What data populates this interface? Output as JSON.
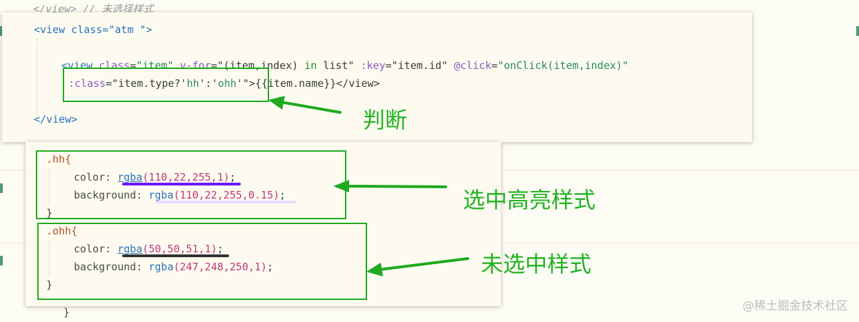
{
  "code": {
    "comment_line": "</view> // 未选择样式",
    "view_open": "<view class=\"atm \">",
    "loop_line": {
      "tag_open": "<view",
      "class_attr": "class",
      "class_val": "\"item\"",
      "vfor_attr": "v-for",
      "vfor_val_a": "\"(item,index)",
      "vfor_in": "in",
      "vfor_val_b": "list\"",
      "key_attr": ":key",
      "key_val": "\"item.id\"",
      "click_attr": "@click",
      "click_val": "\"onClick(item,index)\""
    },
    "class_line": {
      "attr": ":class",
      "val_a": "\"item.type?'",
      "val_hh": "hh",
      "val_mid": "':'",
      "val_ohh": "ohh",
      "val_end": "'\"",
      "tail": ">{{item.name}}</view>"
    },
    "view_close": "</view>",
    "hh_rule": {
      "selector": ".hh{",
      "color_prop": "color: ",
      "color_fn": "rgba",
      "color_args": "(110,22,255,1)",
      "bg_prop": "background: ",
      "bg_fn": "rgba",
      "bg_args": "(110,22,255,0.15)",
      "close": "}"
    },
    "ohh_rule": {
      "selector": ".ohh{",
      "color_prop": "color: ",
      "color_fn": "rgba",
      "color_args": "(50,50,51,1)",
      "bg_prop": "background: ",
      "bg_fn": "rgba",
      "bg_args": "(247,248,250,1)",
      "close": "}"
    },
    "bottom_brace": "}"
  },
  "annotations": {
    "judge": "判断",
    "selected": "选中高亮样式",
    "unselected": "未选中样式"
  },
  "watermark": "@稀土掘金技术社区",
  "colors": {
    "annotation_green": "#1ea91e",
    "hh_swatch": "#6e16ff",
    "hh_bg_swatch": "#e8dcff",
    "ohh_swatch": "#323233"
  }
}
